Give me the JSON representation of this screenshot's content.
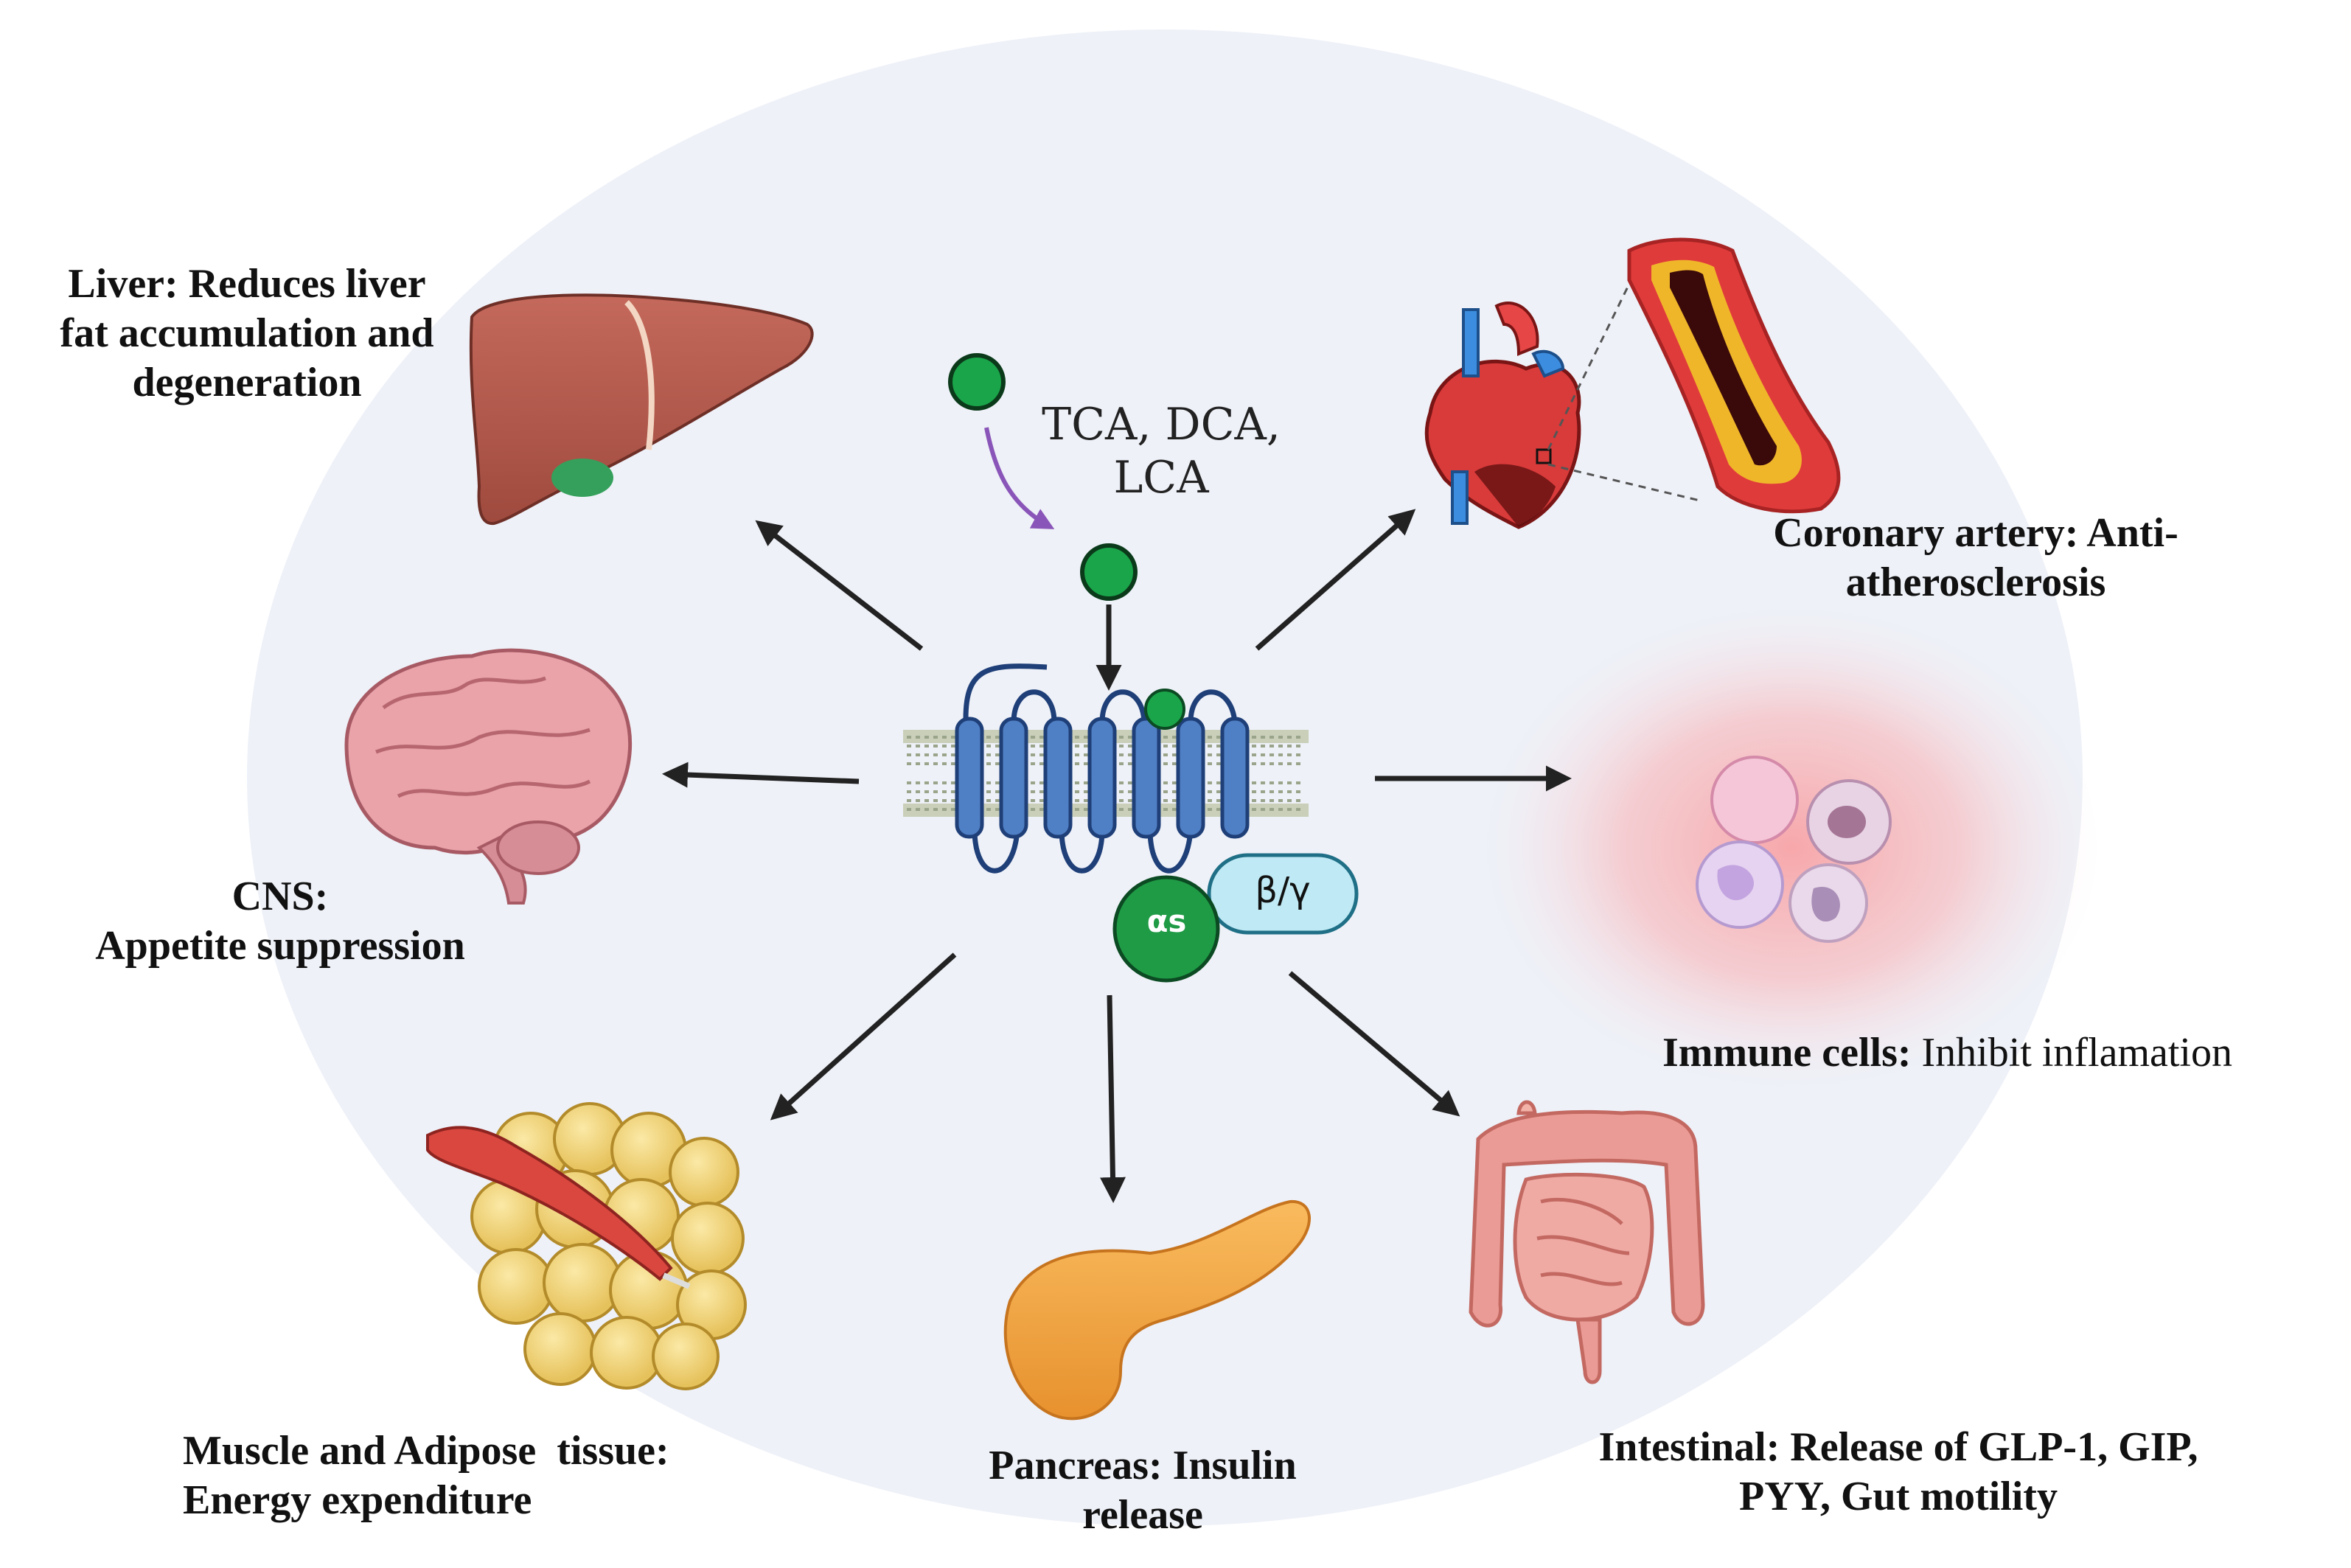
{
  "ligand": {
    "line1": "TCA, DCA,",
    "line2": "LCA"
  },
  "gprotein": {
    "alpha": "αs",
    "beta_gamma": "β/γ"
  },
  "colors": {
    "background_ellipse": "#eef1f8",
    "ligand": "#1aa54a",
    "receptor": "#4f7fc4",
    "receptor_outline": "#1f3f78",
    "membrane": "#9aa48a",
    "arrow": "#222222",
    "ligand_arrow": "#8a55b8",
    "g_alpha": "#1f9a45",
    "g_betagamma": "#bfe9f4",
    "inflammation_glow": "#ff6b6b"
  },
  "labels": {
    "liver": {
      "line1": "Liver: Reduces liver",
      "line2": "fat accumulation and",
      "line3": "degeneration"
    },
    "cns": {
      "line1": "CNS:",
      "line2": "Appetite suppression"
    },
    "muscle": {
      "line1": "Muscle and Adipose  tissue:",
      "line2": "Energy expenditure"
    },
    "pancreas": {
      "line1": "Pancreas: Insulin",
      "line2": "release"
    },
    "intestinal": {
      "line1": "Intestinal: Release of GLP-1, GIP,",
      "line2": "PYY, Gut motility"
    },
    "immune": {
      "bold": "Immune cells:",
      "rest": " Inhibit inflamation"
    },
    "coronary": {
      "line1": "Coronary artery: Anti-",
      "line2": "atherosclerosis"
    }
  },
  "icons": [
    "liver-icon",
    "brain-icon",
    "muscle-adipose-icon",
    "pancreas-icon",
    "intestine-icon",
    "immune-cells-icon",
    "heart-icon",
    "artery-icon",
    "receptor-icon"
  ]
}
